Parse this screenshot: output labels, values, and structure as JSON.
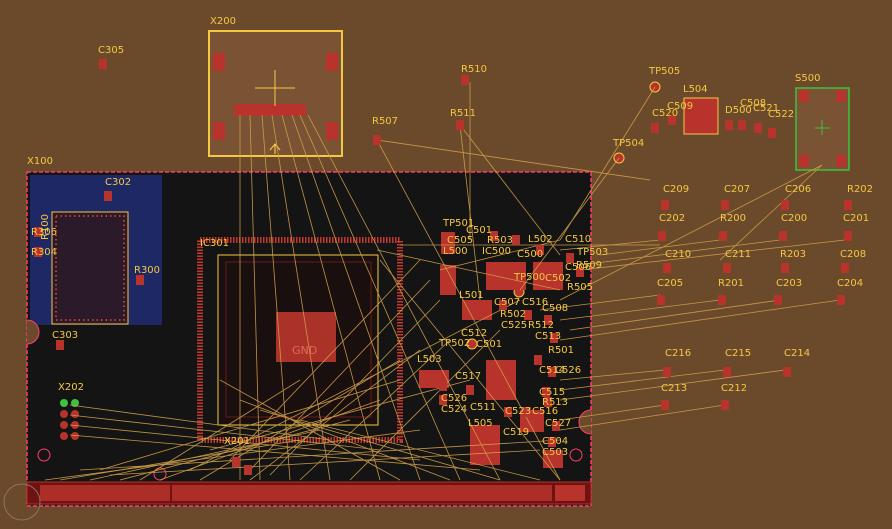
{
  "colors": {
    "background": "#6b4a2b",
    "board": "#141414",
    "silkscreen": "#f5c842",
    "pad": "#b8332c",
    "ratsnest": "#d4a24a",
    "copper_top": "#c4382e",
    "copper_bottom": "#2a3a8c",
    "outline": "#ff3d6e"
  },
  "labels": {
    "X200": "X200",
    "C305": "C305",
    "R510": "R510",
    "TP505": "TP505",
    "L504": "L504",
    "S500": "S500",
    "R507": "R507",
    "R511": "R511",
    "C509": "C509",
    "D500": "D500",
    "C508": "C508",
    "C520": "C520",
    "C521": "C521",
    "C522": "C522",
    "TP504": "TP504",
    "X100": "X100",
    "C302": "C302",
    "C209": "C209",
    "C207": "C207",
    "C206": "C206",
    "R202": "R202",
    "C202": "C202",
    "R200": "R200",
    "C200": "C200",
    "C201": "C201",
    "TP501": "TP501",
    "C501": "C501",
    "R503": "R503",
    "L502": "L502",
    "C510": "C510",
    "TP503": "TP503",
    "IC301": "IC301",
    "C505": "C505",
    "L500": "L500",
    "IC500": "IC500",
    "C500": "C500",
    "TP500": "TP500",
    "C502": "C502",
    "C506": "C506",
    "R509": "R509",
    "C210": "C210",
    "C211": "C211",
    "R203": "R203",
    "C208": "C208",
    "R306": "R306",
    "R304": "R304",
    "R300": "R300",
    "L501": "L501",
    "C507": "C507",
    "C516": "C516",
    "C508b": "C508",
    "R505": "R505",
    "C205": "C205",
    "R201": "R201",
    "C203": "C203",
    "C204": "C204",
    "R502": "R502",
    "C525": "C525",
    "R512": "R512",
    "C513": "C513",
    "C303": "C303",
    "C512": "C512",
    "TP502": "TP502",
    "C501b": "C501",
    "R501": "R501",
    "L503": "L503",
    "C514": "C514",
    "C526": "C526",
    "C216": "C216",
    "C215": "C215",
    "C214": "C214",
    "C517": "C517",
    "C515": "C515",
    "X202": "X202",
    "C524": "C524",
    "C511": "C511",
    "R513": "R513",
    "C213": "C213",
    "C212": "C212",
    "C523": "C523",
    "C516b": "C516",
    "C527": "C527",
    "L505": "L505",
    "C519": "C519",
    "X201": "X201",
    "C504": "C504",
    "C503": "C503",
    "R100": "R100",
    "GND": "GND"
  }
}
